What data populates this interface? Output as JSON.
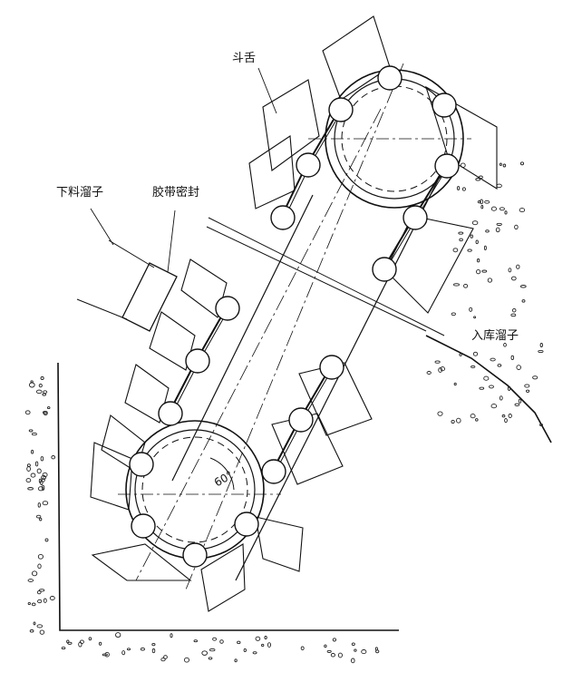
{
  "labels": {
    "bucket_tongue": "斗舌",
    "feed_chute": "下料溜子",
    "belt_seal": "胶带密封",
    "storage_chute": "入库溜子",
    "angle": "60°"
  }
}
